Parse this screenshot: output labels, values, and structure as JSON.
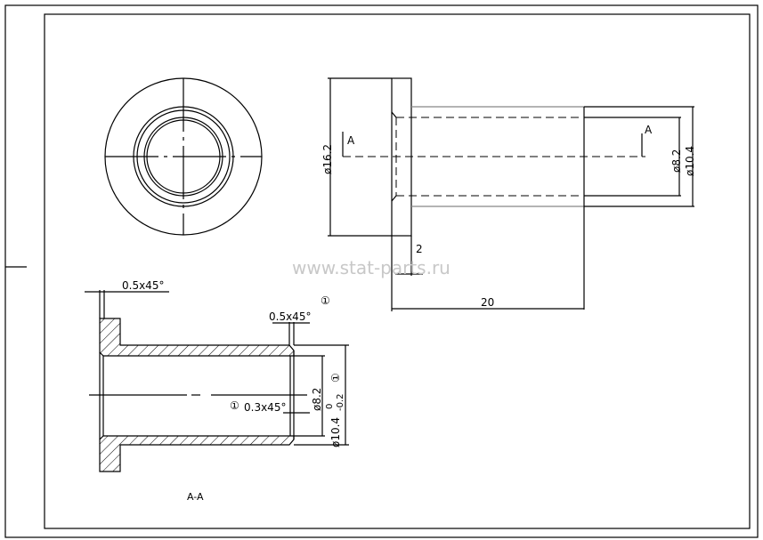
{
  "drawing": {
    "watermark": "www.stat-parts.ru",
    "section_marker": "A",
    "section_title": "A-A",
    "dimensions": {
      "flange_diameter": "ø16.2",
      "inner_diameter": "ø8.2",
      "outer_diameter": "ø10.4",
      "length": "20",
      "flange_thickness": "2",
      "chamfer_left": "0.5x45°",
      "chamfer_right": "0.5x45°",
      "chamfer_inner": "0.3x45°",
      "section_inner_diameter": "ø8.2",
      "section_outer_diameter": "ø10.4",
      "tolerance_upper": "0",
      "tolerance_lower": "-0.2",
      "note_marker": "①"
    }
  }
}
